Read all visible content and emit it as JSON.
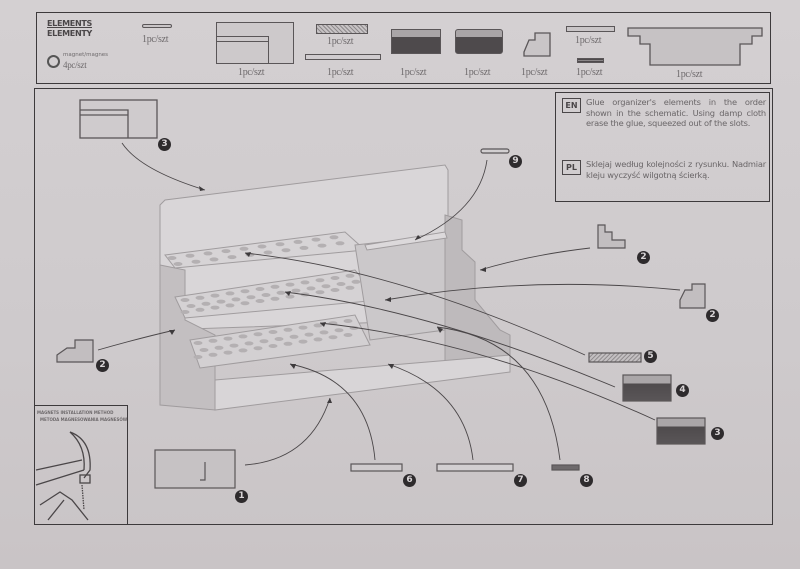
{
  "elements_panel": {
    "title_en": "ELEMENTS",
    "title_pl": "ELEMENTY",
    "magnet_label": "magnet/magnes",
    "magnet_qty": "4pc/szt",
    "parts": [
      {
        "name": "part-9-bar",
        "qty": "1pc/szt"
      },
      {
        "name": "part-3-back-panel",
        "qty": "1pc/szt"
      },
      {
        "name": "part-5-hatched-strip",
        "qty": "1pc/szt"
      },
      {
        "name": "part-7-long-strip",
        "qty": "1pc/szt"
      },
      {
        "name": "part-4-shelf",
        "qty": "1pc/szt"
      },
      {
        "name": "part-3-shelf",
        "qty": "1pc/szt"
      },
      {
        "name": "part-2-side",
        "qty": "1pc/szt"
      },
      {
        "name": "part-6-strip",
        "qty": "1pc/szt"
      },
      {
        "name": "part-8-small-strip",
        "qty": "1pc/szt"
      },
      {
        "name": "part-1-base",
        "qty": "1pc/szt"
      }
    ]
  },
  "instructions": {
    "en_tag": "EN",
    "en_text": "Glue organizer's elements in the order shown in the schematic. Using damp cloth erase the glue, squeezed out of the slots.",
    "pl_tag": "PL",
    "pl_text": "Sklejaj według kolejności z rysunku. Nadmiar kleju wyczyść wilgotną ścierką."
  },
  "magnet_method": {
    "title_en": "MAGNETS INSTALLATION METHOD",
    "title_pl": "METODA MAGNESOWANIA MAGNESÓW"
  },
  "callouts": {
    "back_panel": "3",
    "bar_top": "9",
    "side_right_upper": "2",
    "side_right_lower": "2",
    "side_left": "2",
    "strip_5": "5",
    "shelf_4": "4",
    "shelf_3": "3",
    "base_1": "1",
    "strip_6": "6",
    "strip_7": "7",
    "strip_8": "8"
  },
  "colors": {
    "paper": "#cfcbcd",
    "line": "#3d3a3c",
    "badge": "#2e2b2d"
  }
}
